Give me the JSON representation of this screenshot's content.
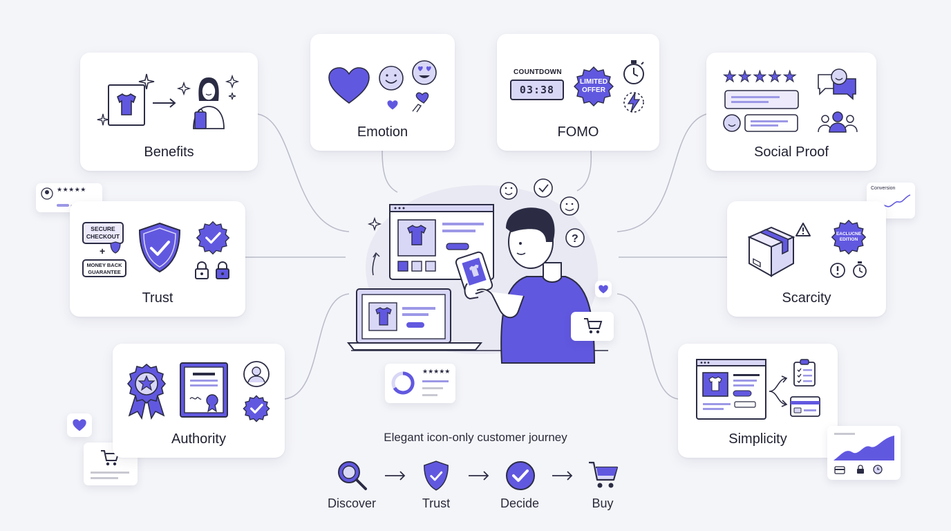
{
  "cards": {
    "benefits": "Benefits",
    "emotion": "Emotion",
    "fomo": "FOMO",
    "social_proof": "Social Proof",
    "trust": "Trust",
    "scarcity": "Scarcity",
    "authority": "Authority",
    "simplicity": "Simplicity"
  },
  "fomo": {
    "countdown_label": "COUNTDOWN",
    "countdown_value": "03:38",
    "limited_line1": "LIMITED",
    "limited_line2": "OFFER"
  },
  "trust": {
    "secure_line1": "SECURE",
    "secure_line2": "CHECKOUT",
    "plus": "+",
    "money_line1": "MONEY BACK",
    "money_line2": "GUARANTEE"
  },
  "scarcity": {
    "badge_line1": "EACLUCNE",
    "badge_line2": "EDITION"
  },
  "mini": {
    "conversion": "Conversion",
    "stars": "★★★★★"
  },
  "caption": "Elegant icon-only customer journey",
  "journey": [
    "Discover",
    "Trust",
    "Decide",
    "Buy"
  ],
  "colors": {
    "accent": "#6158e0",
    "accent_light": "#d9d7f6",
    "ink": "#2b2c44",
    "bg": "#f4f5f9"
  }
}
